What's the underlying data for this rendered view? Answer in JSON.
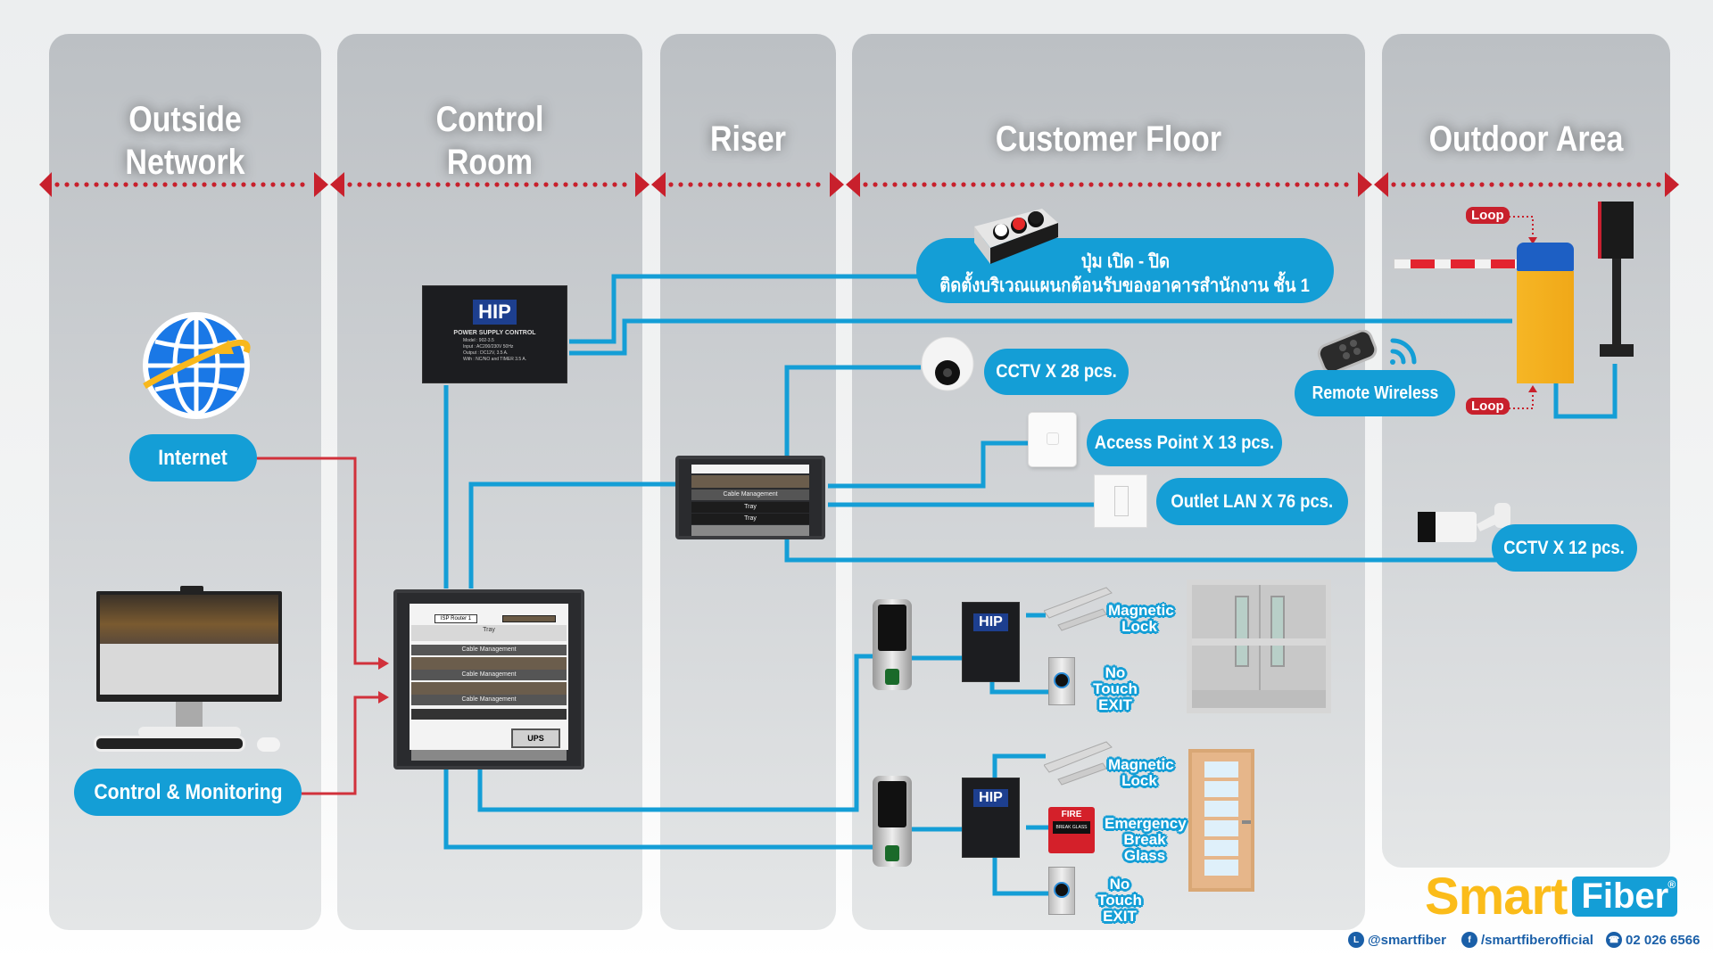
{
  "zones": [
    {
      "id": "outside-network",
      "title_line1": "Outside",
      "title_line2": "Network"
    },
    {
      "id": "control-room",
      "title_line1": "Control",
      "title_line2": "Room"
    },
    {
      "id": "riser",
      "title": "Riser"
    },
    {
      "id": "customer-floor",
      "title": "Customer Floor"
    },
    {
      "id": "outdoor-area",
      "title": "Outdoor Area"
    }
  ],
  "colors": {
    "accent": "#149ed6",
    "wire_blue": "#149ed6",
    "wire_red": "#d1313b",
    "divider_red": "#c8202c",
    "logo_yellow": "#fbbc1a"
  },
  "outside_network": {
    "internet_icon": "globe-icon",
    "internet_label": "Internet",
    "workstation_icon": "desktop-computer-icon",
    "control_label": "Control & Monitoring"
  },
  "control_room": {
    "power_supply": {
      "brand": "HIP",
      "title": "POWER SUPPLY CONTROL",
      "specs": [
        "Model : 902-3.5",
        "Input : AC200/230V 50Hz",
        "Output : DC12V, 3.5 A.",
        "With : NC/NO and TIMER 3.5 A."
      ]
    },
    "main_rack": {
      "rows": [
        "ISP Router 1",
        "Tray",
        "Cable Management",
        "Cable Management",
        "Cable Management"
      ],
      "ups_label": "UPS"
    }
  },
  "riser": {
    "rack": {
      "rows": [
        "Cable Management",
        "Tray",
        "Tray"
      ]
    }
  },
  "customer_floor": {
    "push_button": {
      "line1": "ปุ่ม เปิด - ปิด",
      "line2": "ติดตั้งบริเวณแผนกต้อนรับของอาคารสำนักงาน ชั้น 1"
    },
    "cctv_dome": "CCTV X 28 pcs.",
    "access_point": "Access Point X 13 pcs.",
    "outlet_lan": "Outlet LAN X 76 pcs.",
    "remote_wireless": "Remote Wireless",
    "door1": {
      "hip_brand": "HIP",
      "magnetic_lock_1": "Magnetic",
      "magnetic_lock_2": "Lock",
      "exit_1": "No Touch",
      "exit_2": "EXIT"
    },
    "door2": {
      "hip_brand": "HIP",
      "magnetic_lock_1": "Magnetic",
      "magnetic_lock_2": "Lock",
      "break_glass_1": "Emergency",
      "break_glass_2": "Break Glass",
      "fire_label": "FIRE",
      "break_glass_device": "BREAK GLASS",
      "exit_1": "No Touch",
      "exit_2": "EXIT"
    }
  },
  "outdoor_area": {
    "loop_top": "Loop",
    "loop_bottom": "Loop",
    "cctv_bullet": "CCTV X 12 pcs."
  },
  "brand": {
    "smart": "Smart",
    "fiber": "Fiber",
    "registered": "®",
    "line": "@smartfiber",
    "facebook": "/smartfiberofficial",
    "phone": "02 026 6566"
  }
}
